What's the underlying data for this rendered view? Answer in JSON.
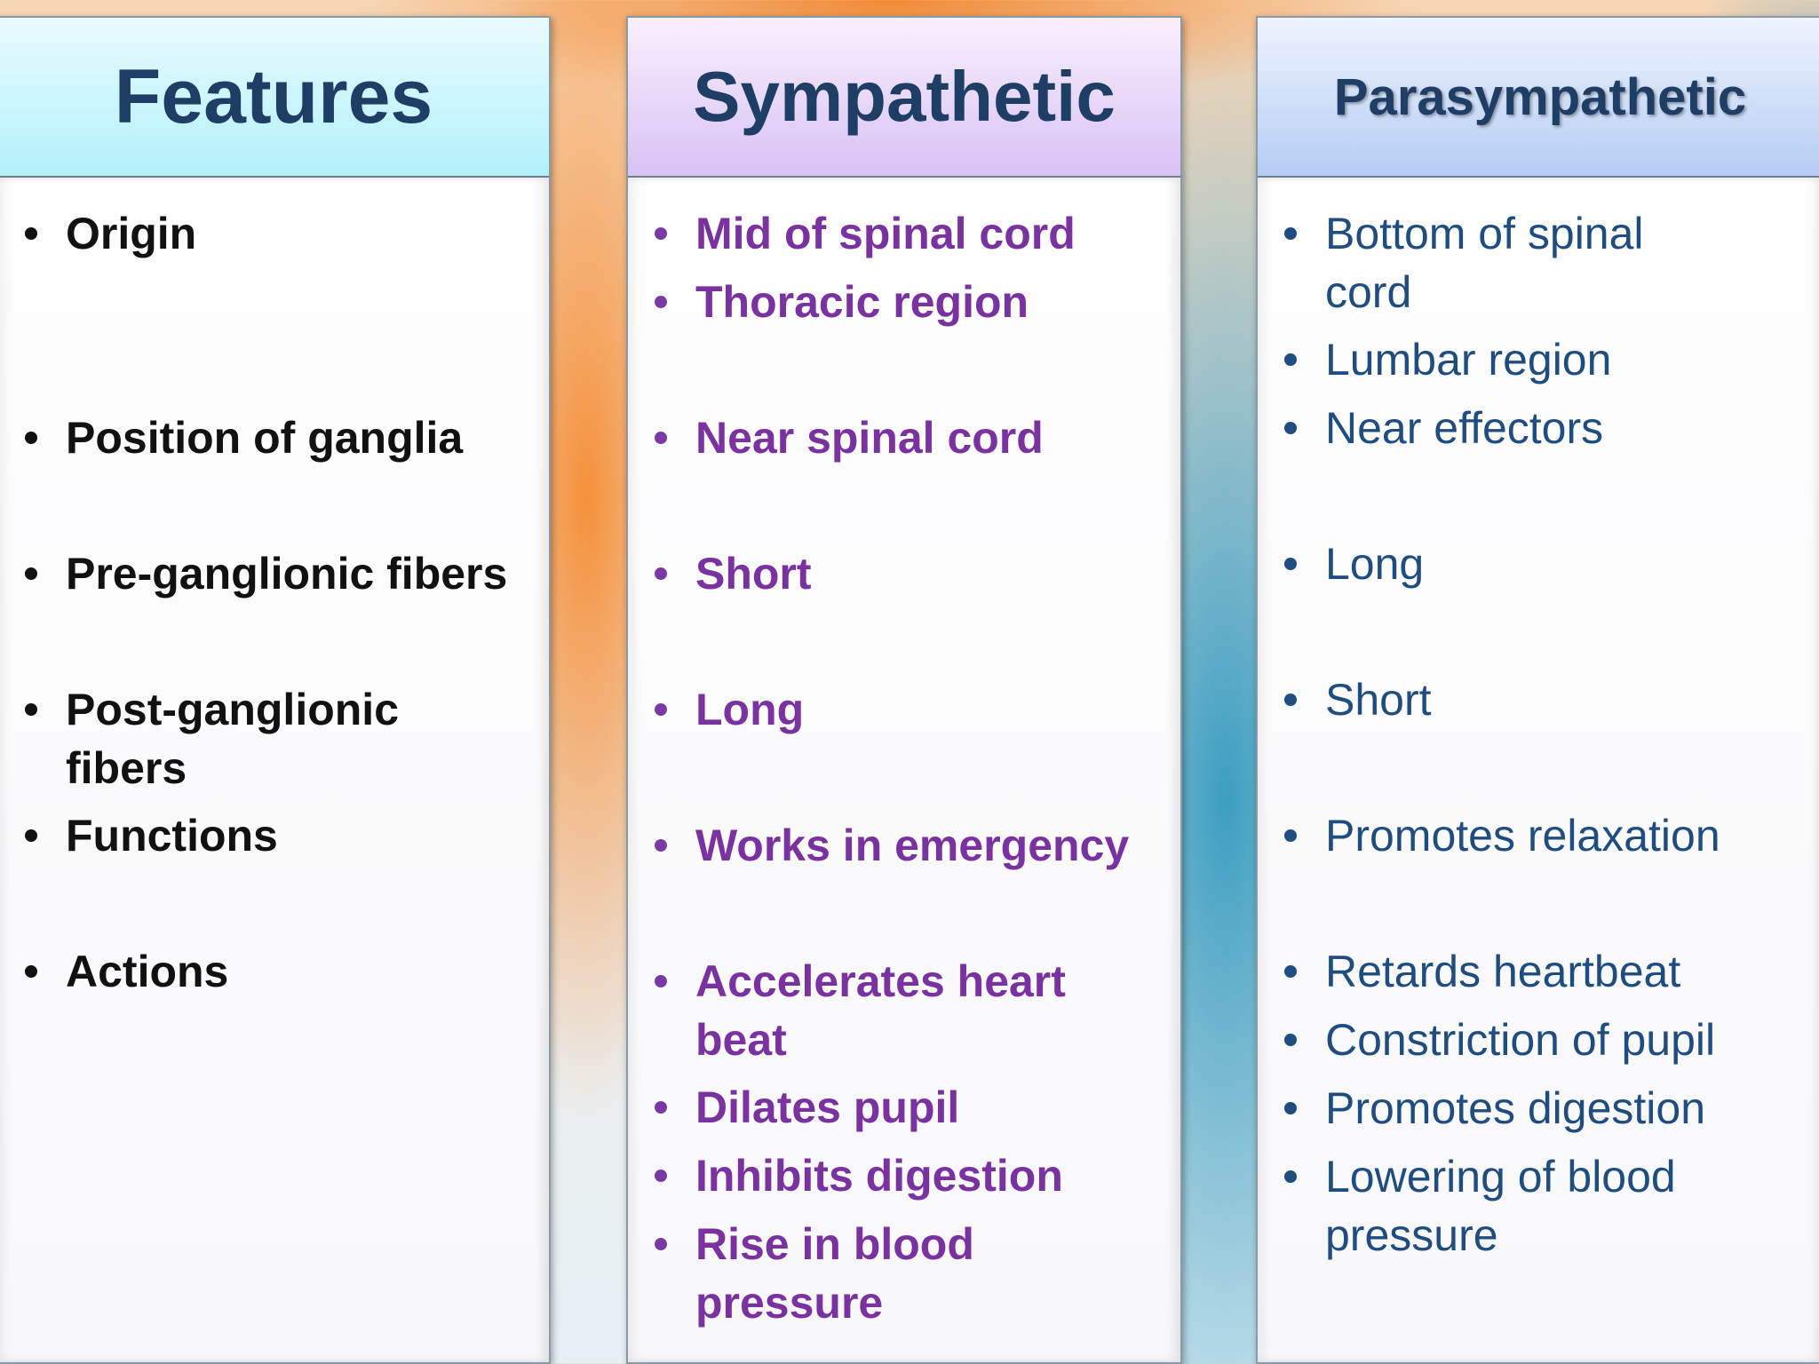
{
  "columns": {
    "features": {
      "title": "Features",
      "items": [
        "Origin",
        "Position of ganglia",
        "Pre-ganglionic fibers",
        "Post-ganglionic fibers",
        "Functions",
        "Actions"
      ]
    },
    "sympathetic": {
      "title": "Sympathetic",
      "items": [
        "Mid of spinal cord",
        "Thoracic region",
        "Near spinal cord",
        "Short",
        "Long",
        "Works in emergency",
        "Accelerates heart beat",
        "Dilates pupil",
        "Inhibits digestion",
        "Rise in blood pressure"
      ]
    },
    "parasympathetic": {
      "title": "Parasympathetic",
      "items": [
        "Bottom of spinal cord",
        "Lumbar region",
        "Near effectors",
        "Long",
        "Short",
        "Promotes relaxation",
        "Retards heartbeat",
        "Constriction of pupil",
        "Promotes digestion",
        "Lowering of blood pressure"
      ]
    }
  },
  "colors": {
    "features_text": "#111111",
    "sympathetic_text": "#7a32a0",
    "parasympathetic_text": "#1f4d80",
    "header_title": "#1f3e66"
  }
}
